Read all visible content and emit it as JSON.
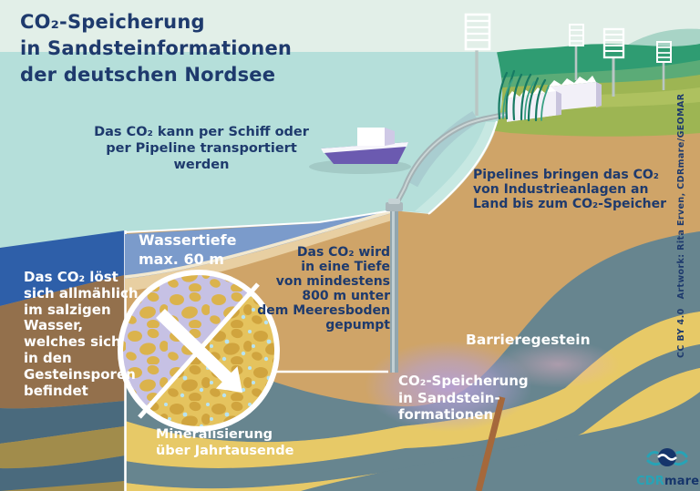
{
  "title": "CO₂-Speicherung\nin Sandsteinformationen\nder deutschen Nordsee",
  "annotations": {
    "transport": "Das CO₂ kann per Schiff oder\nper Pipeline transportiert werden",
    "pipeline": "Pipelines bringen das CO₂\nvon Industrieanlagen an\nLand bis zum CO₂-Speicher",
    "water_depth": "Wassertiefe\nmax. 60 m",
    "injection": "Das CO₂ wird\nin eine Tiefe\nvon mindestens\n800 m unter\ndem Meeresboden\ngepumpt",
    "dissolution": "Das CO₂ löst\nsich allmählich\nim salzigen\nWasser,\nwelches sich\nin den\nGesteinsporen\nbefindet",
    "mineralization": "Mineralisierung\nüber Jahrtausende",
    "barrier_rock": "Barrieregestein",
    "storage": "CO₂-Speicherung\nin Sandstein-\nformationen"
  },
  "credit": {
    "license": "CC BY 4.0",
    "artwork": "Artwork: Rita Erven, CDRmare/GEOMAR"
  },
  "logo": {
    "brand_bold": "CDR",
    "brand_light": "mare"
  },
  "colors": {
    "navy_text": "#1e3a6d",
    "sky": "#e2efe8",
    "sea": "#b5dfda",
    "sand": "#cfa468",
    "water_block": "#7b9bcb",
    "slate_rock": "#67858f",
    "yellow_rock": "#e7c967",
    "plume_purple": "#b4a0d6",
    "pore_lavender": "#c6c1e4",
    "ship_purple": "#6b5ab0",
    "logo_teal": "#27a3b6"
  }
}
